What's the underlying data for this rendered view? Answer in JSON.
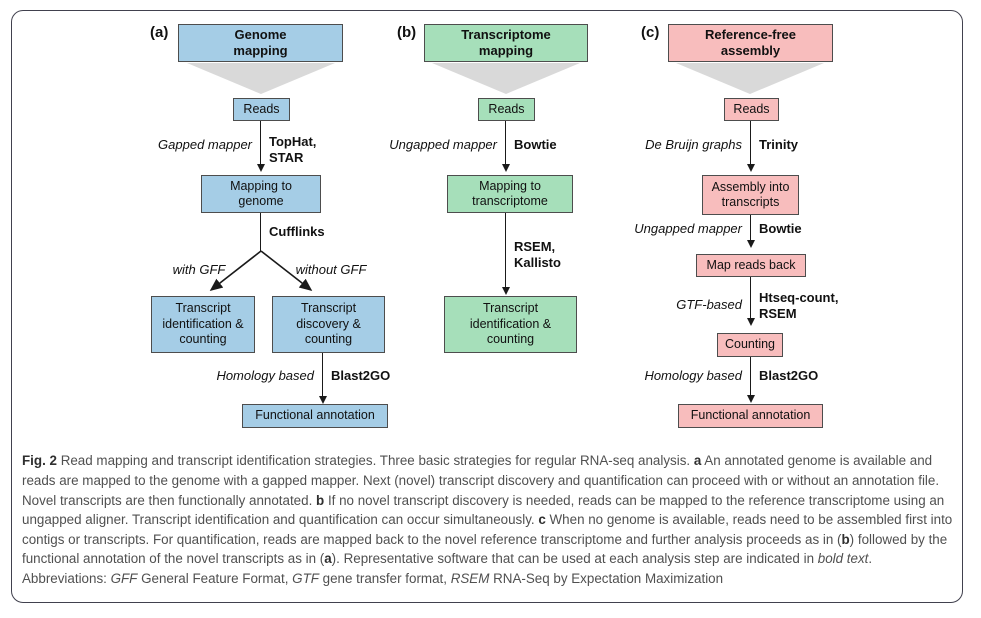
{
  "colors": {
    "panel_a_box": "#A5CDE6",
    "panel_b_box": "#A6DFBA",
    "panel_c_box": "#F8BDBD",
    "funnel": "#D9D9D9",
    "box_border": "#4D4D4D",
    "caption_text": "#505050"
  },
  "panel_a": {
    "label": "(a)",
    "header": "Genome\nmapping",
    "reads": "Reads",
    "mapper_label": "Gapped mapper",
    "mapper_tools": "TopHat,\nSTAR",
    "mapping_box": "Mapping to\ngenome",
    "quant_tool": "Cufflinks",
    "branch_left": "with GFF",
    "branch_right": "without GFF",
    "left_box": "Transcript\nidentification &\ncounting",
    "right_box": "Transcript\ndiscovery &\ncounting",
    "annotation_label": "Homology based",
    "annotation_tool": "Blast2GO",
    "functional_box": "Functional annotation"
  },
  "panel_b": {
    "label": "(b)",
    "header": "Transcriptome\nmapping",
    "reads": "Reads",
    "mapper_label": "Ungapped mapper",
    "mapper_tool": "Bowtie",
    "mapping_box": "Mapping to\ntranscriptome",
    "quant_tools": "RSEM,\nKallisto",
    "bottom_box": "Transcript\nidentification &\ncounting"
  },
  "panel_c": {
    "label": "(c)",
    "header": "Reference-free\nassembly",
    "reads": "Reads",
    "graphs_label": "De Bruijn graphs",
    "graphs_tool": "Trinity",
    "assembly_box": "Assembly into\ntranscripts",
    "mapper_label": "Ungapped mapper",
    "mapper_tool": "Bowtie",
    "map_back_box": "Map reads back",
    "counting_label": "GTF-based",
    "counting_tools": "Htseq-count,\nRSEM",
    "counting_box": "Counting",
    "annotation_label": "Homology based",
    "annotation_tool": "Blast2GO",
    "functional_box": "Functional annotation"
  },
  "caption": {
    "parts": [
      {
        "t": "Fig. 2",
        "s": "b"
      },
      {
        "t": " Read mapping and transcript identification strategies. Three basic strategies for regular RNA-seq analysis. ",
        "s": "n"
      },
      {
        "t": "a",
        "s": "b"
      },
      {
        "t": " An annotated genome is available and reads are mapped to the genome with a gapped mapper. Next (novel) transcript discovery and quantification can proceed with or without an annotation file. Novel transcripts are then functionally annotated. ",
        "s": "n"
      },
      {
        "t": "b",
        "s": "b"
      },
      {
        "t": " If no novel transcript discovery is needed, reads can be mapped to the reference transcriptome using an ungapped aligner. Transcript identification and quantification can occur simultaneously. ",
        "s": "n"
      },
      {
        "t": "c",
        "s": "b"
      },
      {
        "t": " When no genome is available, reads need to be assembled first into contigs or transcripts. For quantification, reads are mapped back to the novel reference transcriptome and further analysis proceeds as in (",
        "s": "n"
      },
      {
        "t": "b",
        "s": "b"
      },
      {
        "t": ") followed by the functional annotation of the novel transcripts as in (",
        "s": "n"
      },
      {
        "t": "a",
        "s": "b"
      },
      {
        "t": "). Representative software that can be used at each analysis step are indicated in ",
        "s": "n"
      },
      {
        "t": "bold text",
        "s": "i"
      },
      {
        "t": ". Abbreviations: ",
        "s": "n"
      },
      {
        "t": "GFF",
        "s": "i"
      },
      {
        "t": " General Feature Format, ",
        "s": "n"
      },
      {
        "t": "GTF",
        "s": "i"
      },
      {
        "t": " gene transfer format, ",
        "s": "n"
      },
      {
        "t": "RSEM",
        "s": "i"
      },
      {
        "t": " RNA-Seq by Expectation Maximization",
        "s": "n"
      }
    ]
  }
}
